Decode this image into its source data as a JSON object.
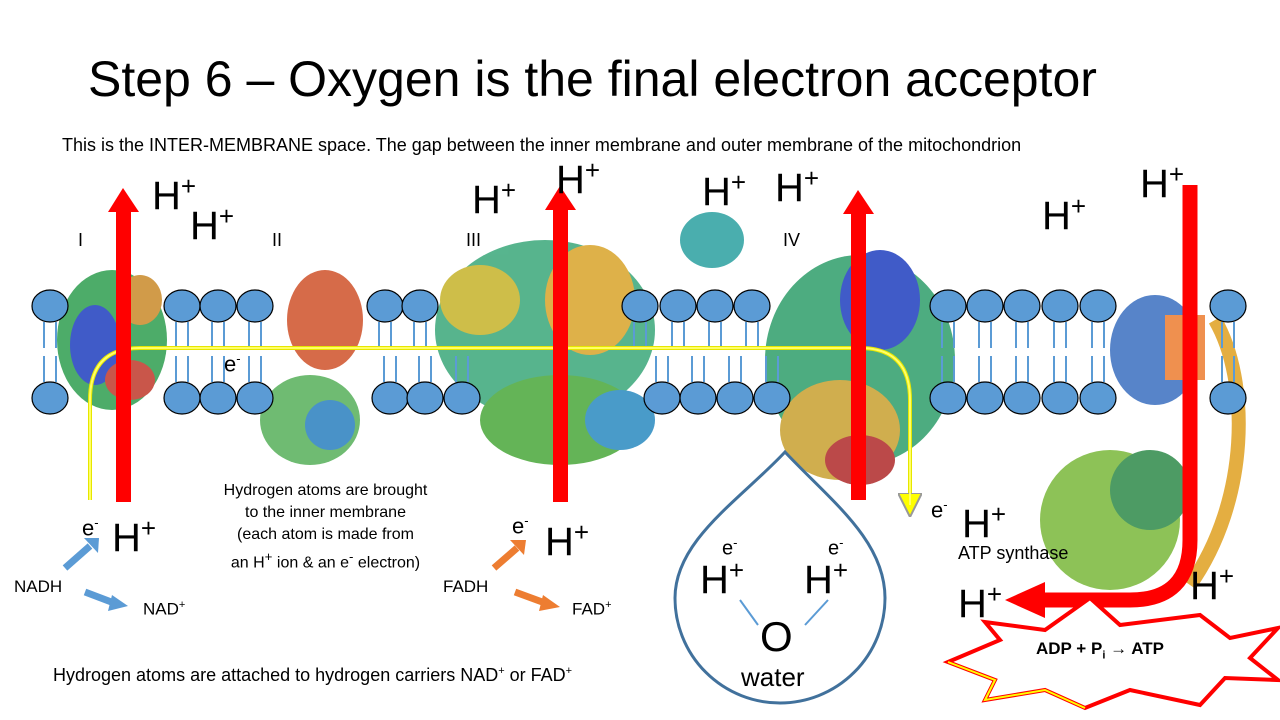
{
  "title": "Step 6 – Oxygen is the final electron acceptor",
  "subtitle": "This is the INTER-MEMBRANE space. The gap between the inner membrane and outer membrane of the mitochondrion",
  "complexes": [
    "I",
    "II",
    "III",
    "IV"
  ],
  "ion": {
    "h": "H",
    "plus": "+",
    "e": "e",
    "minus": "-"
  },
  "note_brought": [
    "Hydrogen atoms are brought",
    "to the inner membrane",
    "(each atom is made from",
    "an H",
    "+",
    " ion  & an e",
    "-",
    " electron)"
  ],
  "nadh": "NADH",
  "nad": "NAD",
  "fadh": "FADH",
  "fad": "FAD",
  "carriers_note": "Hydrogen atoms are attached to hydrogen carriers NAD",
  "carriers_or": " or FAD",
  "water": {
    "o": "O",
    "label": "water"
  },
  "atp_synthase": "ATP synthase",
  "reaction": {
    "adp": "ADP + P",
    "i": "i",
    "arrow": " → ",
    "atp": "ATP"
  },
  "colors": {
    "proton_arrow": "#ff0000",
    "electron_path": "#ffff00",
    "head": "#5b9bd5",
    "nad_arrow": "#5b9bd5",
    "fad_arrow": "#ed7d31",
    "drop": "#41719c"
  }
}
